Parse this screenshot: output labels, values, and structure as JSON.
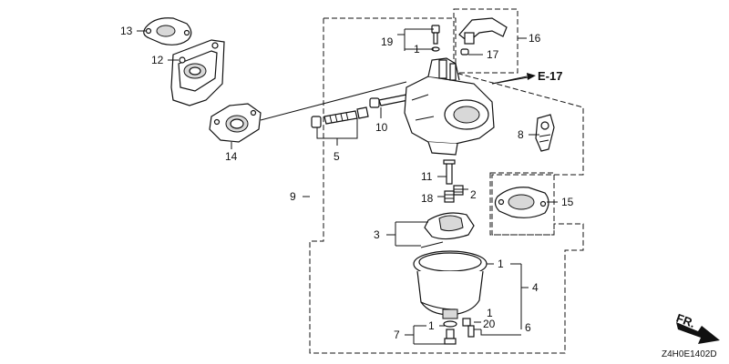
{
  "diagram": {
    "ref_code": "Z4H0E1402D",
    "direction_label": "FR.",
    "cross_ref": "E-17",
    "callouts": {
      "p13": "13",
      "p12": "12",
      "p14": "14",
      "p5": "5",
      "p10": "10",
      "p19": "19",
      "p1a": "1",
      "p16": "16",
      "p17": "17",
      "p8": "8",
      "p9": "9",
      "p11": "11",
      "p2": "2",
      "p18": "18",
      "p15": "15",
      "p3": "3",
      "p1b": "1",
      "p4": "4",
      "p1c": "1",
      "p20": "20",
      "p6": "6",
      "p7": "7",
      "p1d": "1"
    }
  }
}
